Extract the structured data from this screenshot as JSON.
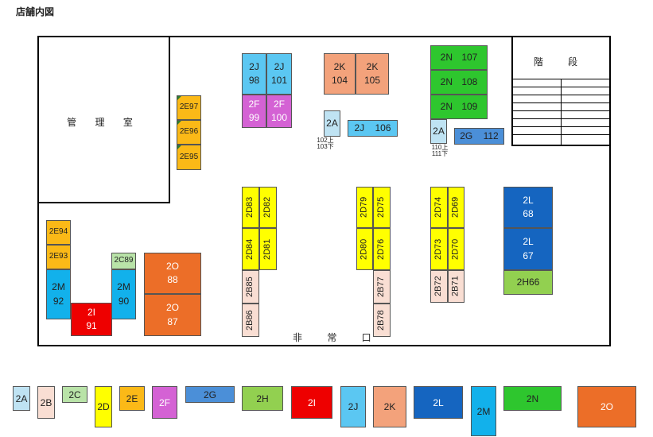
{
  "title": "店舗内図",
  "colors": {
    "2A": "#bfe3f3",
    "2B": "#f9ded3",
    "2C": "#b9e3a8",
    "2D": "#ffff00",
    "2E": "#fbb917",
    "2F": "#d462d4",
    "2G": "#4b8fd8",
    "2H": "#92d050",
    "2I": "#ee0000",
    "2J": "#5bc7f2",
    "2K": "#f3a27b",
    "2L": "#1565c0",
    "2M": "#12b1eb",
    "2N": "#2ec62e",
    "2O": "#ec6e28"
  },
  "rooms": {
    "office": "管 理 室",
    "stairs": "階 段",
    "exit": "非 常 口"
  },
  "notes": {
    "a1": "102上",
    "a2": "103下",
    "a3": "110上",
    "a4": "111下"
  },
  "booths": [
    {
      "id": "b98",
      "line1": "2J",
      "line2": "98"
    },
    {
      "id": "b101",
      "line1": "2J",
      "line2": "101"
    },
    {
      "id": "b99",
      "line1": "2F",
      "line2": "99"
    },
    {
      "id": "b100",
      "line1": "2F",
      "line2": "100"
    },
    {
      "id": "b104",
      "line1": "2K",
      "line2": "104"
    },
    {
      "id": "b105",
      "line1": "2K",
      "line2": "105"
    },
    {
      "id": "b107",
      "line1": "2N 107",
      "line2": ""
    },
    {
      "id": "b108",
      "line1": "2N 108",
      "line2": ""
    },
    {
      "id": "b109",
      "line1": "2N 109",
      "line2": ""
    },
    {
      "id": "b2a1",
      "line1": "2A",
      "line2": ""
    },
    {
      "id": "b106",
      "line1": "2J 106",
      "line2": ""
    },
    {
      "id": "b2a2",
      "line1": "2A",
      "line2": ""
    },
    {
      "id": "b112",
      "line1": "2G 112",
      "line2": ""
    },
    {
      "id": "e97",
      "line1": "2E97",
      "line2": ""
    },
    {
      "id": "e96",
      "line1": "2E96",
      "line2": ""
    },
    {
      "id": "e95",
      "line1": "2E95",
      "line2": ""
    },
    {
      "id": "d83",
      "line1": "2D83",
      "line2": ""
    },
    {
      "id": "d82",
      "line1": "2D82",
      "line2": ""
    },
    {
      "id": "d84",
      "line1": "2D84",
      "line2": ""
    },
    {
      "id": "d81",
      "line1": "2D81",
      "line2": ""
    },
    {
      "id": "b85",
      "line1": "2B85",
      "line2": ""
    },
    {
      "id": "b86",
      "line1": "2B86",
      "line2": ""
    },
    {
      "id": "d79",
      "line1": "2D79",
      "line2": ""
    },
    {
      "id": "d75",
      "line1": "2D75",
      "line2": ""
    },
    {
      "id": "d80",
      "line1": "2D80",
      "line2": ""
    },
    {
      "id": "d76",
      "line1": "2D76",
      "line2": ""
    },
    {
      "id": "b77",
      "line1": "2B77",
      "line2": ""
    },
    {
      "id": "b78",
      "line1": "2B78",
      "line2": ""
    },
    {
      "id": "d74",
      "line1": "2D74",
      "line2": ""
    },
    {
      "id": "d69",
      "line1": "2D69",
      "line2": ""
    },
    {
      "id": "d73",
      "line1": "2D73",
      "line2": ""
    },
    {
      "id": "d70",
      "line1": "2D70",
      "line2": ""
    },
    {
      "id": "b72",
      "line1": "2B72",
      "line2": ""
    },
    {
      "id": "b71",
      "line1": "2B71",
      "line2": ""
    },
    {
      "id": "l68",
      "line1": "2L",
      "line2": "68"
    },
    {
      "id": "l67",
      "line1": "2L",
      "line2": "67"
    },
    {
      "id": "h66",
      "line1": "2H66",
      "line2": ""
    },
    {
      "id": "e94",
      "line1": "2E94",
      "line2": ""
    },
    {
      "id": "e93",
      "line1": "2E93",
      "line2": ""
    },
    {
      "id": "m92",
      "line1": "2M",
      "line2": "92"
    },
    {
      "id": "i91",
      "line1": "2I",
      "line2": "91"
    },
    {
      "id": "c89",
      "line1": "2C89",
      "line2": ""
    },
    {
      "id": "m90",
      "line1": "2M",
      "line2": "90"
    },
    {
      "id": "o88",
      "line1": "2O",
      "line2": "88"
    },
    {
      "id": "o87",
      "line1": "2O",
      "line2": "87"
    }
  ],
  "legend": [
    "2A",
    "2B",
    "2C",
    "2D",
    "2E",
    "2F",
    "2G",
    "2H",
    "2I",
    "2J",
    "2K",
    "2L",
    "2M",
    "2N",
    "2O"
  ]
}
